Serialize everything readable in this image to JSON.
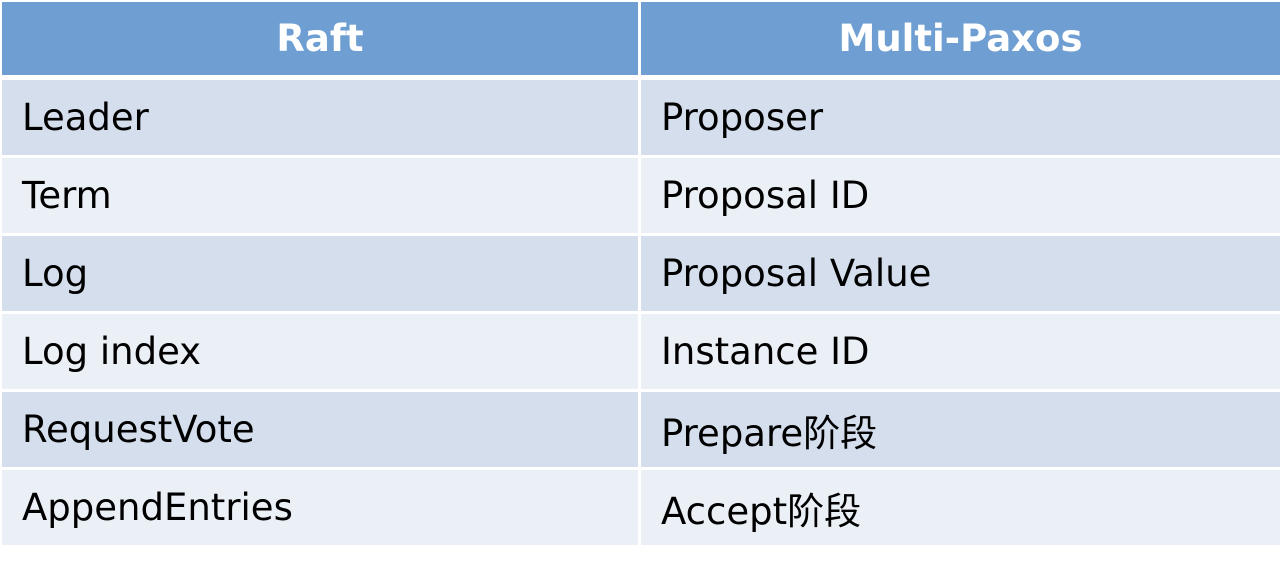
{
  "table": {
    "headers": [
      "Raft",
      "Multi-Paxos"
    ],
    "rows": [
      [
        "Leader",
        "Proposer"
      ],
      [
        "Term",
        "Proposal ID"
      ],
      [
        "Log",
        "Proposal Value"
      ],
      [
        "Log index",
        "Instance ID"
      ],
      [
        "RequestVote",
        "Prepare阶段"
      ],
      [
        "AppendEntries",
        "Accept阶段"
      ]
    ]
  },
  "colors": {
    "header_bg": "#6f9fd2",
    "header_text": "#ffffff",
    "row_odd_bg": "#d4deec",
    "row_even_bg": "#ebeff6"
  }
}
